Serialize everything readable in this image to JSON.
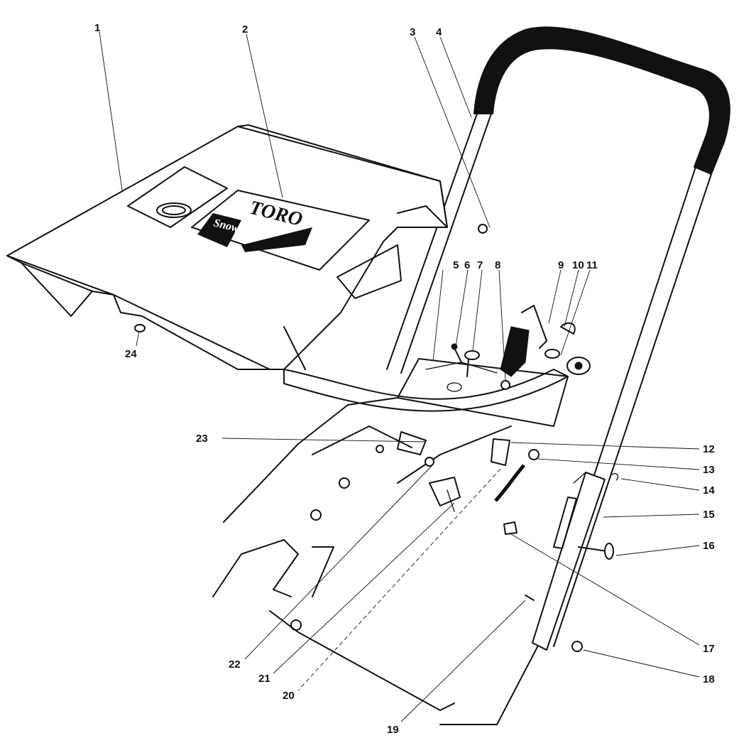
{
  "decal": {
    "brand": "TORO",
    "model_text": "Snow"
  },
  "callouts": [
    {
      "id": "1",
      "label": "1"
    },
    {
      "id": "2",
      "label": "2"
    },
    {
      "id": "3",
      "label": "3"
    },
    {
      "id": "4",
      "label": "4"
    },
    {
      "id": "5",
      "label": "5"
    },
    {
      "id": "6",
      "label": "6"
    },
    {
      "id": "7",
      "label": "7"
    },
    {
      "id": "8",
      "label": "8"
    },
    {
      "id": "9",
      "label": "9"
    },
    {
      "id": "10",
      "label": "10"
    },
    {
      "id": "11",
      "label": "11"
    },
    {
      "id": "12",
      "label": "12"
    },
    {
      "id": "13",
      "label": "13"
    },
    {
      "id": "14",
      "label": "14"
    },
    {
      "id": "15",
      "label": "15"
    },
    {
      "id": "16",
      "label": "16"
    },
    {
      "id": "17",
      "label": "17"
    },
    {
      "id": "18",
      "label": "18"
    },
    {
      "id": "19",
      "label": "19"
    },
    {
      "id": "20",
      "label": "20"
    },
    {
      "id": "21",
      "label": "21"
    },
    {
      "id": "22",
      "label": "22"
    },
    {
      "id": "23",
      "label": "23"
    },
    {
      "id": "24",
      "label": "24"
    }
  ]
}
